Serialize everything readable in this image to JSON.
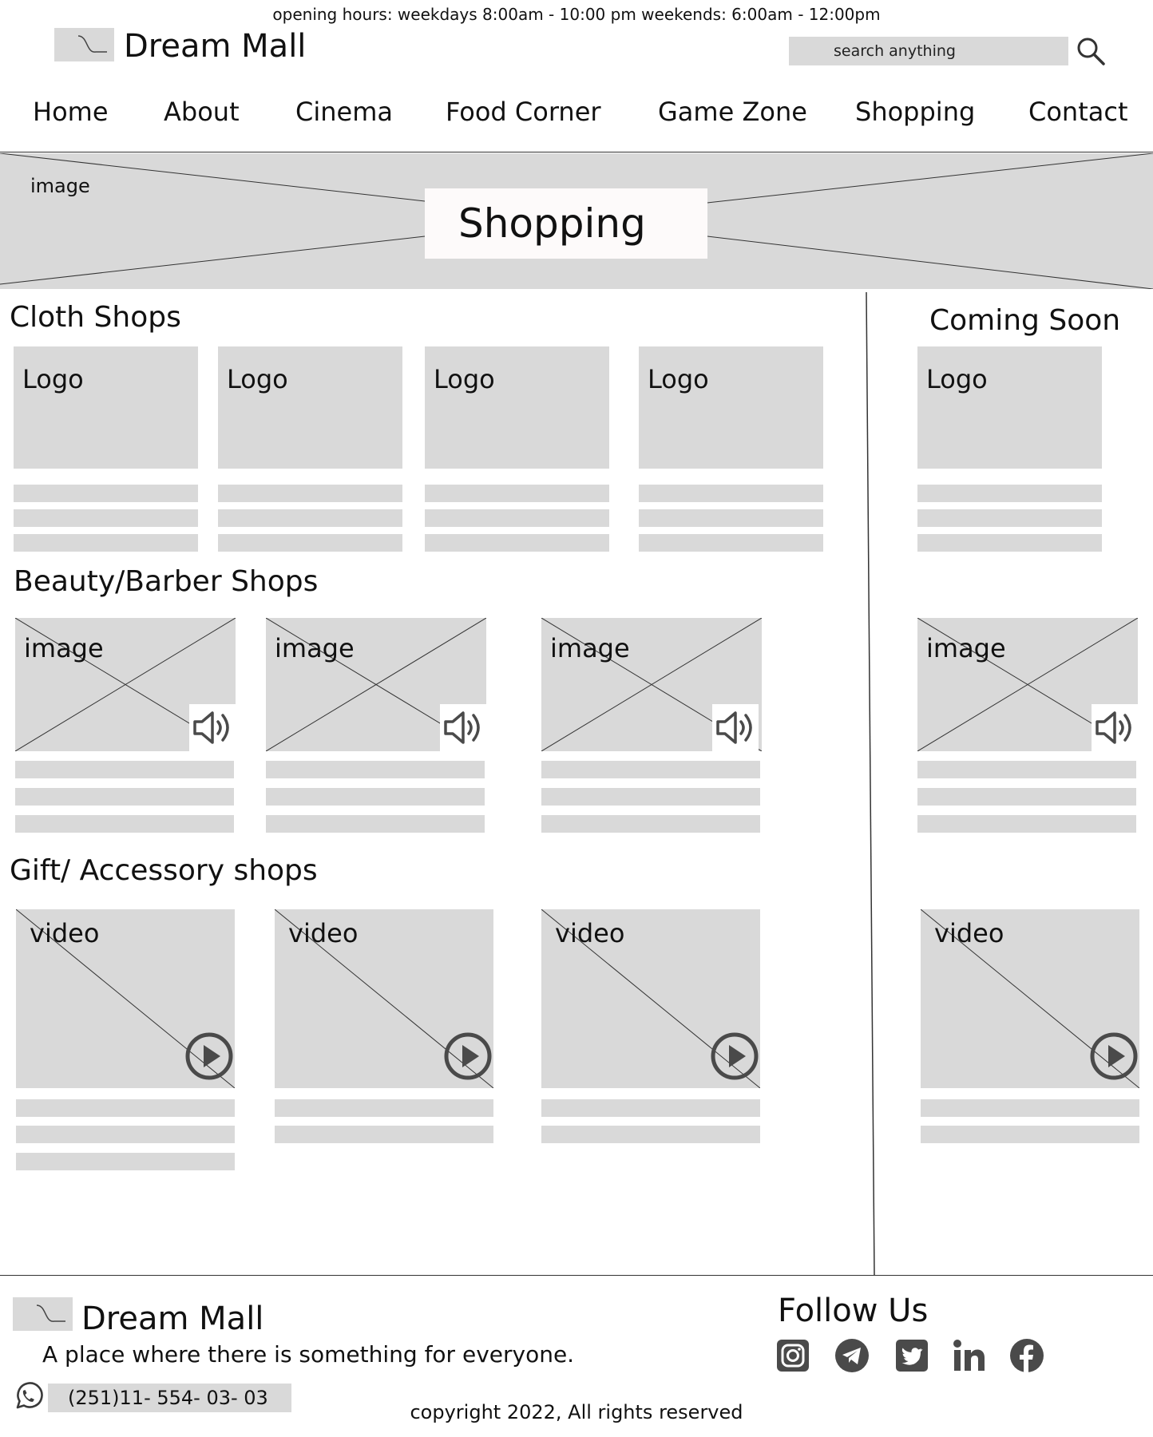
{
  "header": {
    "hours": "opening hours: weekdays 8:00am - 10:00 pm  weekends: 6:00am - 12:00pm",
    "brand": "Dream Mall",
    "search_placeholder": "search anything"
  },
  "nav": [
    "Home",
    "About",
    "Cinema",
    "Food Corner",
    "Game Zone",
    "Shopping",
    "Contact"
  ],
  "hero": {
    "image_label": "image",
    "title": "Shopping"
  },
  "sections": {
    "cloth": "Cloth Shops",
    "coming_soon": "Coming Soon",
    "beauty": "Beauty/Barber Shops",
    "gift": "Gift/ Accessory shops"
  },
  "labels": {
    "logo": "Logo",
    "image": "image",
    "video": "video"
  },
  "footer": {
    "brand": "Dream Mall",
    "tagline": "A place where there is something for everyone.",
    "phone": "(251)11- 554- 03- 03",
    "copyright": "copyright 2022, All rights reserved",
    "follow": "Follow Us"
  },
  "icons": {
    "search": "search-icon",
    "speaker": "speaker-icon",
    "play": "play-icon",
    "phone": "whatsapp-icon",
    "social": [
      "instagram-icon",
      "telegram-icon",
      "twitter-icon",
      "linkedin-icon",
      "facebook-icon"
    ]
  },
  "colors": {
    "placeholder_gray": "#d9d9d9",
    "icon_dark": "#4a4a4a",
    "title_box": "#fdfafa"
  }
}
